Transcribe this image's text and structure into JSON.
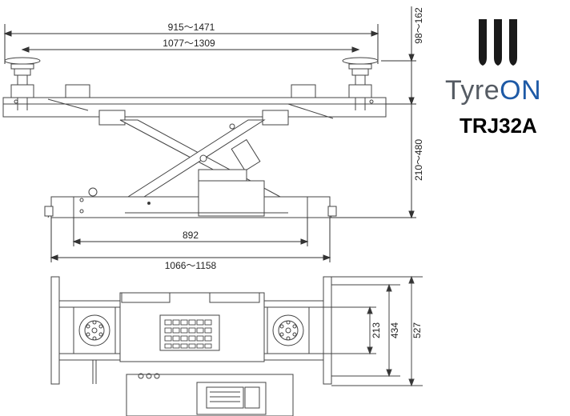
{
  "brand": {
    "name_part1": "Tyre",
    "name_part2": "ON",
    "model": "TRJ32A",
    "colors": {
      "grey": "#555b63",
      "blue": "#1e5aa6",
      "mark": "#1a1a1a"
    },
    "logo_icon": "three-vertical-bars-logo"
  },
  "dimensions": {
    "pad_span": "915～1471",
    "arm_span": "1077～1309",
    "pad_height": "98～162",
    "lift_height": "210～480",
    "frame_inner": "892",
    "frame_outer": "1066～1158",
    "width_213": "213",
    "width_434": "434",
    "width_527": "527"
  },
  "views": {
    "front": "front-elevation-view",
    "top": "top-plan-view"
  }
}
